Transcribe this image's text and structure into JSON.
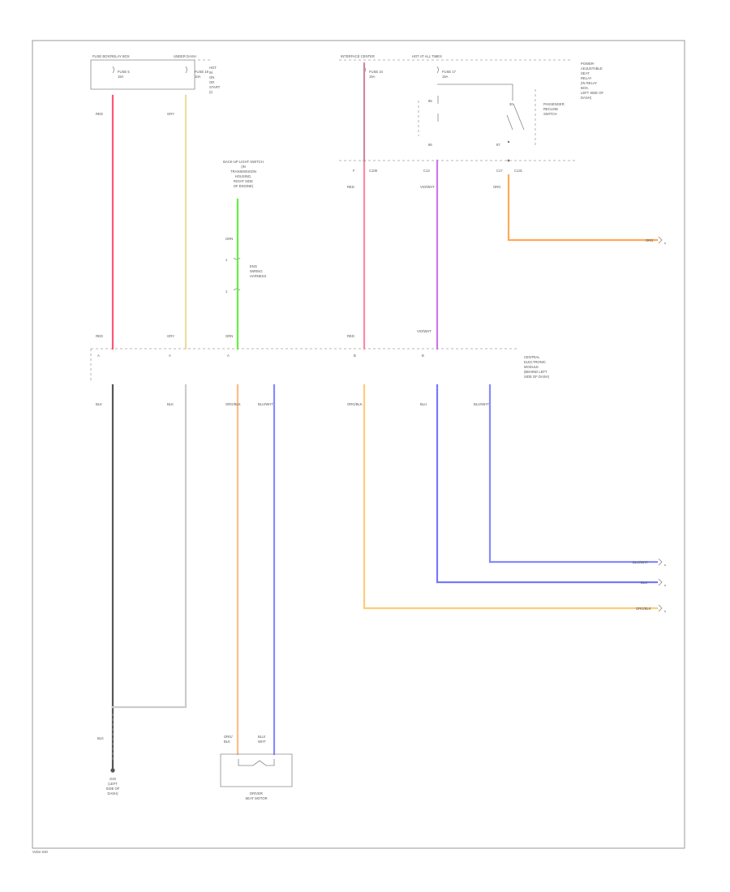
{
  "page_tag": "Volvo S40",
  "components": {
    "fuse_box_top_left": {
      "title": "FUSE BOX/RELAY BOX",
      "tag": "UNDER DASH",
      "fuse_a": "FUSE 5",
      "amps_a": "15A",
      "fuse_b": "FUSE 19",
      "amps_b": "10A",
      "note": "HOT IN ON OR START"
    },
    "fuse_box_top_right": {
      "title": "INTERFACE CENTER",
      "tag": "HOT AT ALL TIMES",
      "fuse_a": "FUSE 24",
      "amps_a": "15A",
      "fuse_b": "FUSE 17",
      "amps_b": "15A"
    },
    "relay_desc": {
      "lines": [
        "POWER-",
        "ADJUSTABLE",
        "SEAT",
        "RELAY",
        "(IN RELAY",
        "BOX,",
        "LEFT SIDE OF",
        "DASH)"
      ]
    },
    "relay_switch": {
      "lines": [
        "PASSENGER",
        "RECLINE",
        "SWITCH"
      ]
    },
    "left_center_label": {
      "lines": [
        "BACK-UP LIGHT SWITCH",
        "(IN",
        "TRANSMISSION",
        "HOUSING,",
        "RIGHT SIDE",
        "OF ENGINE)"
      ]
    },
    "inline_connector": {
      "lines": [
        "ENG",
        "WIRING",
        "HARNESS"
      ]
    },
    "central_module": {
      "lines": [
        "CENTRAL",
        "ELECTRONIC",
        "MODULE",
        "(BEHIND LEFT",
        "SIDE OF DASH)"
      ]
    },
    "bottom_ground": {
      "lines": [
        "G20",
        "(LEFT",
        "SIDE OF",
        "DASH)"
      ]
    },
    "bottom_motor": {
      "title": "DRIVER",
      "subtitle": "SEAT MOTOR"
    },
    "outputs": {
      "top_right": "ORG",
      "right_1": "BLU/WHT",
      "right_2": "BLU",
      "right_3": "ORG/BLK"
    }
  },
  "wires": [
    {
      "id": "red",
      "color": "#ff5577",
      "top_tag": "RED",
      "bot_tag": "RED"
    },
    {
      "id": "yel_top",
      "color": "#e8dca0",
      "top_tag": "GRY",
      "bot_tag": "GRY"
    },
    {
      "id": "grn",
      "color": "#66ee44",
      "top_tag": "GRN",
      "bot_tag": "GRN"
    },
    {
      "id": "pink",
      "color": "#ff88aa",
      "top_tag": "RED",
      "bot_tag": "RED"
    },
    {
      "id": "violet",
      "color": "#cc77ee",
      "top_tag": "VIO/WHT",
      "bot_tag": "VIO/WHT"
    },
    {
      "id": "org_top",
      "color": "#ffaa55",
      "top_tag": "ORG"
    },
    {
      "id": "black",
      "color": "#555555",
      "top_tag": "BLK"
    },
    {
      "id": "light_gray",
      "color": "#cccccc",
      "top_tag": "BLK"
    },
    {
      "id": "org_low",
      "color": "#ffbb88",
      "top_tag": "ORG/BLK"
    },
    {
      "id": "blu_low",
      "color": "#8888ff",
      "top_tag": "BLU/WHT"
    },
    {
      "id": "org_mid",
      "color": "#ffcc77",
      "top_tag": "ORG/BLK"
    },
    {
      "id": "blu_mid",
      "color": "#7777ff",
      "top_tag": "BLU"
    },
    {
      "id": "blu_right",
      "color": "#8888ff",
      "top_tag": "BLU/WHT"
    }
  ]
}
